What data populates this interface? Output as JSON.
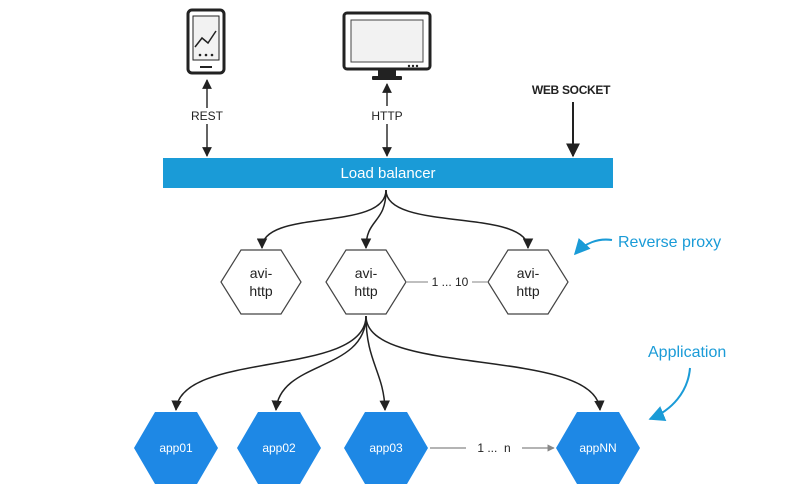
{
  "clients": {
    "rest_label": "REST",
    "http_label": "HTTP",
    "websocket_label": "WEB SOCKET"
  },
  "load_balancer": {
    "label": "Load balancer"
  },
  "proxies": {
    "nodes": [
      {
        "line1": "avi-",
        "line2": "http"
      },
      {
        "line1": "avi-",
        "line2": "http"
      },
      {
        "line1": "avi-",
        "line2": "http"
      }
    ],
    "range_label": "1 ... 10",
    "annotation": "Reverse proxy"
  },
  "apps": {
    "nodes": [
      "app01",
      "app02",
      "app03",
      "appNN"
    ],
    "range_label": "1 ...  n",
    "annotation": "Application"
  },
  "colors": {
    "accent": "#1a9bd7",
    "app_fill": "#1e88e5",
    "ink": "#222222"
  },
  "icons": {
    "phone": "smartphone-icon",
    "monitor": "monitor-icon"
  }
}
